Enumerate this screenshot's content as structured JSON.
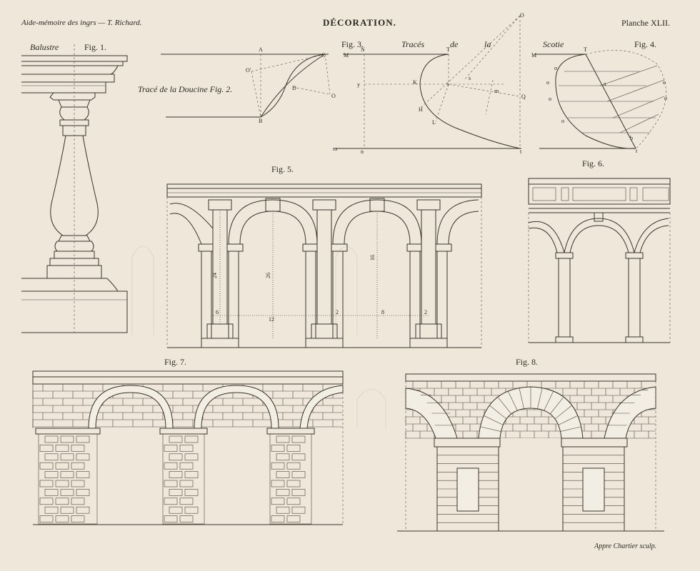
{
  "header": {
    "left": "Aide-mémoire des ingrs — T. Richard.",
    "center": "DÉCORATION.",
    "right": "Planche XLII."
  },
  "footer": {
    "engraver": "Appre Chartier sculp."
  },
  "figures": {
    "fig1": {
      "title": "Balustre",
      "label": "Fig. 1."
    },
    "fig2": {
      "label": "Tracé de la Doucine Fig. 2.",
      "points": [
        "A",
        "C",
        "O'",
        "D",
        "O",
        "B"
      ]
    },
    "fig3": {
      "label": "Fig. 3.",
      "points": [
        "M",
        "N",
        "T",
        "O",
        "y",
        "K",
        "i",
        "s",
        "m",
        "Q",
        "H",
        "L",
        "n",
        "t"
      ]
    },
    "traces": {
      "words": [
        "Tracés",
        "de",
        "la",
        "Scotie"
      ]
    },
    "fig4": {
      "label": "Fig. 4.",
      "points": [
        "M",
        "T",
        "o",
        "a",
        "b",
        "t"
      ]
    },
    "fig5": {
      "label": "Fig. 5.",
      "dims": [
        "24",
        "26",
        "16",
        "6",
        "12",
        "2",
        "8",
        "2"
      ]
    },
    "fig6": {
      "label": "Fig. 6."
    },
    "fig7": {
      "label": "Fig. 7."
    },
    "fig8": {
      "label": "Fig. 8."
    }
  }
}
